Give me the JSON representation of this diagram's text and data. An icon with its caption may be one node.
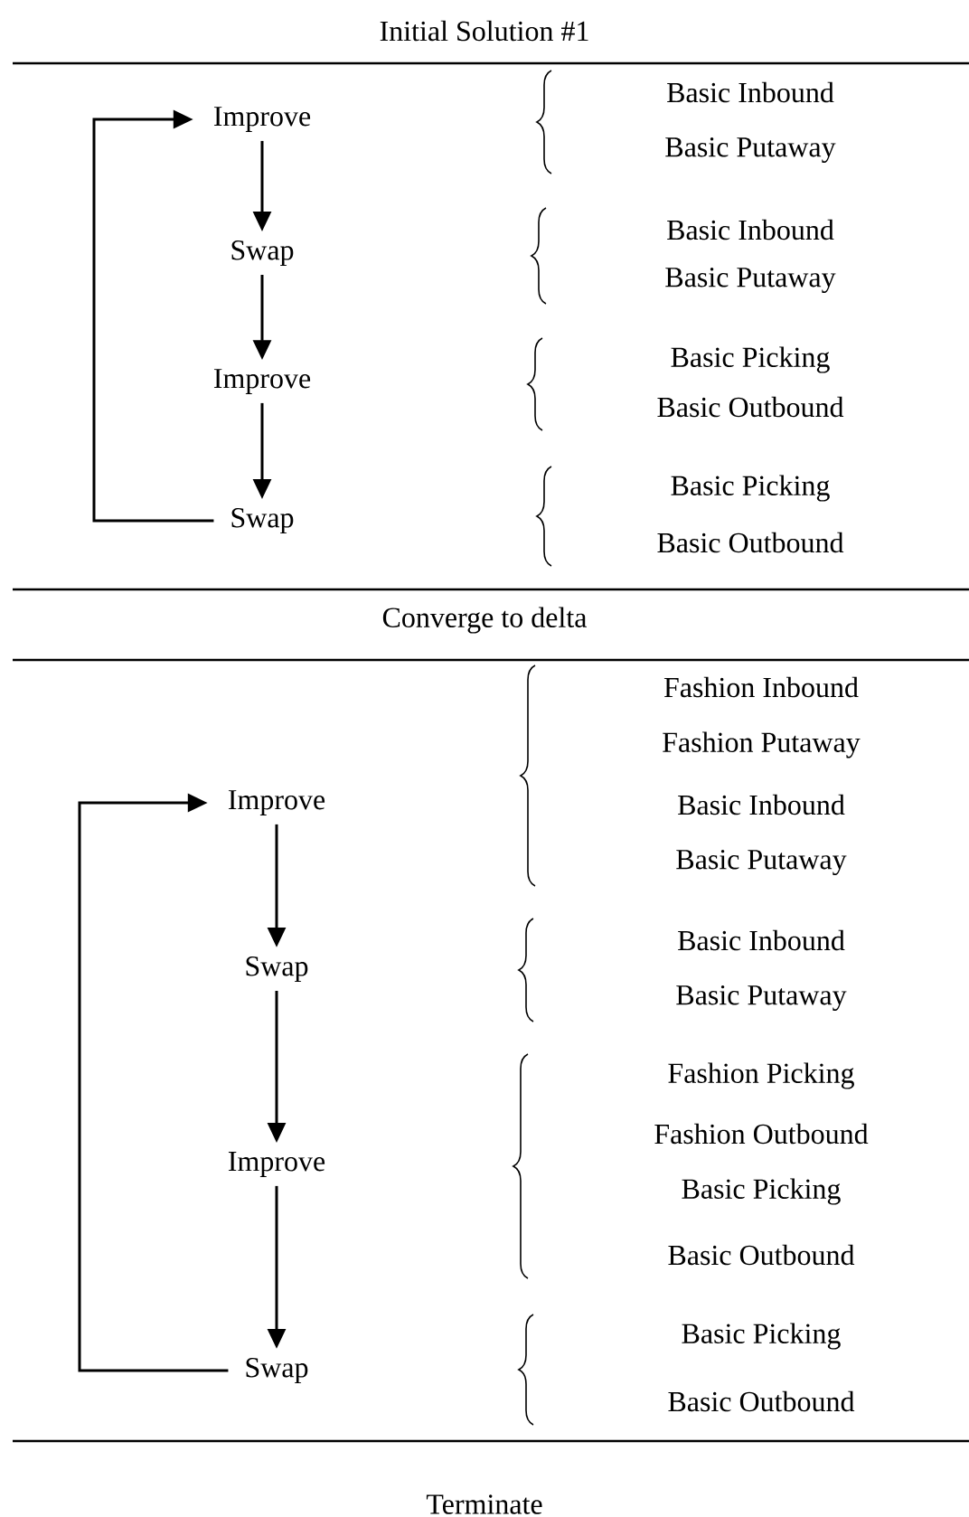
{
  "diagram": {
    "nodes": [
      {
        "text": [
          "Improve"
        ],
        "beside": [
          "Basic Inbound",
          "Basic Putaway"
        ]
      },
      {
        "text": [
          "Swap"
        ],
        "beside": [
          "Basic Inbound",
          "Basic Putaway"
        ]
      },
      {
        "text": [
          "Improve"
        ],
        "beside": [
          "Basic Picking",
          "Basic Outbound"
        ]
      },
      {
        "text": [
          "Swap"
        ],
        "beside": [
          "Basic Picking",
          "Basic Outbound"
        ]
      },
      {
        "text": [
          "Improve"
        ],
        "beside": [
          "Fashion Inbound",
          "Fashion Putaway",
          "Basic Inbound",
          "Basic Putaway"
        ]
      },
      {
        "text": [
          "Swap"
        ],
        "beside": [
          "Basic Inbound",
          "Basic Putaway"
        ]
      },
      {
        "text": [
          "Improve"
        ],
        "beside": [
          "Fashion Picking",
          "Fashion Outbound",
          "Basic Picking",
          "Basic Outbound"
        ]
      },
      {
        "text": [
          "Swap"
        ],
        "beside": [
          "Basic Picking",
          "Basic Outbound"
        ]
      }
    ],
    "edges": [
      {
        "from": 0,
        "to": 1,
        "arrow": "to"
      },
      {
        "from": 1,
        "to": 2,
        "arrow": "to"
      },
      {
        "from": 2,
        "to": 3,
        "arrow": "to"
      },
      {
        "from": 3,
        "to": 0,
        "arrow": "to"
      },
      {
        "from": 4,
        "to": 5,
        "arrow": "to"
      },
      {
        "from": 5,
        "to": 6,
        "arrow": "to"
      },
      {
        "from": 6,
        "to": 7,
        "arrow": "to"
      },
      {
        "from": 7,
        "to": 4,
        "arrow": "to"
      }
    ],
    "labels": [
      "Initial Solution #1",
      "Converge to delta",
      "Terminate"
    ]
  }
}
